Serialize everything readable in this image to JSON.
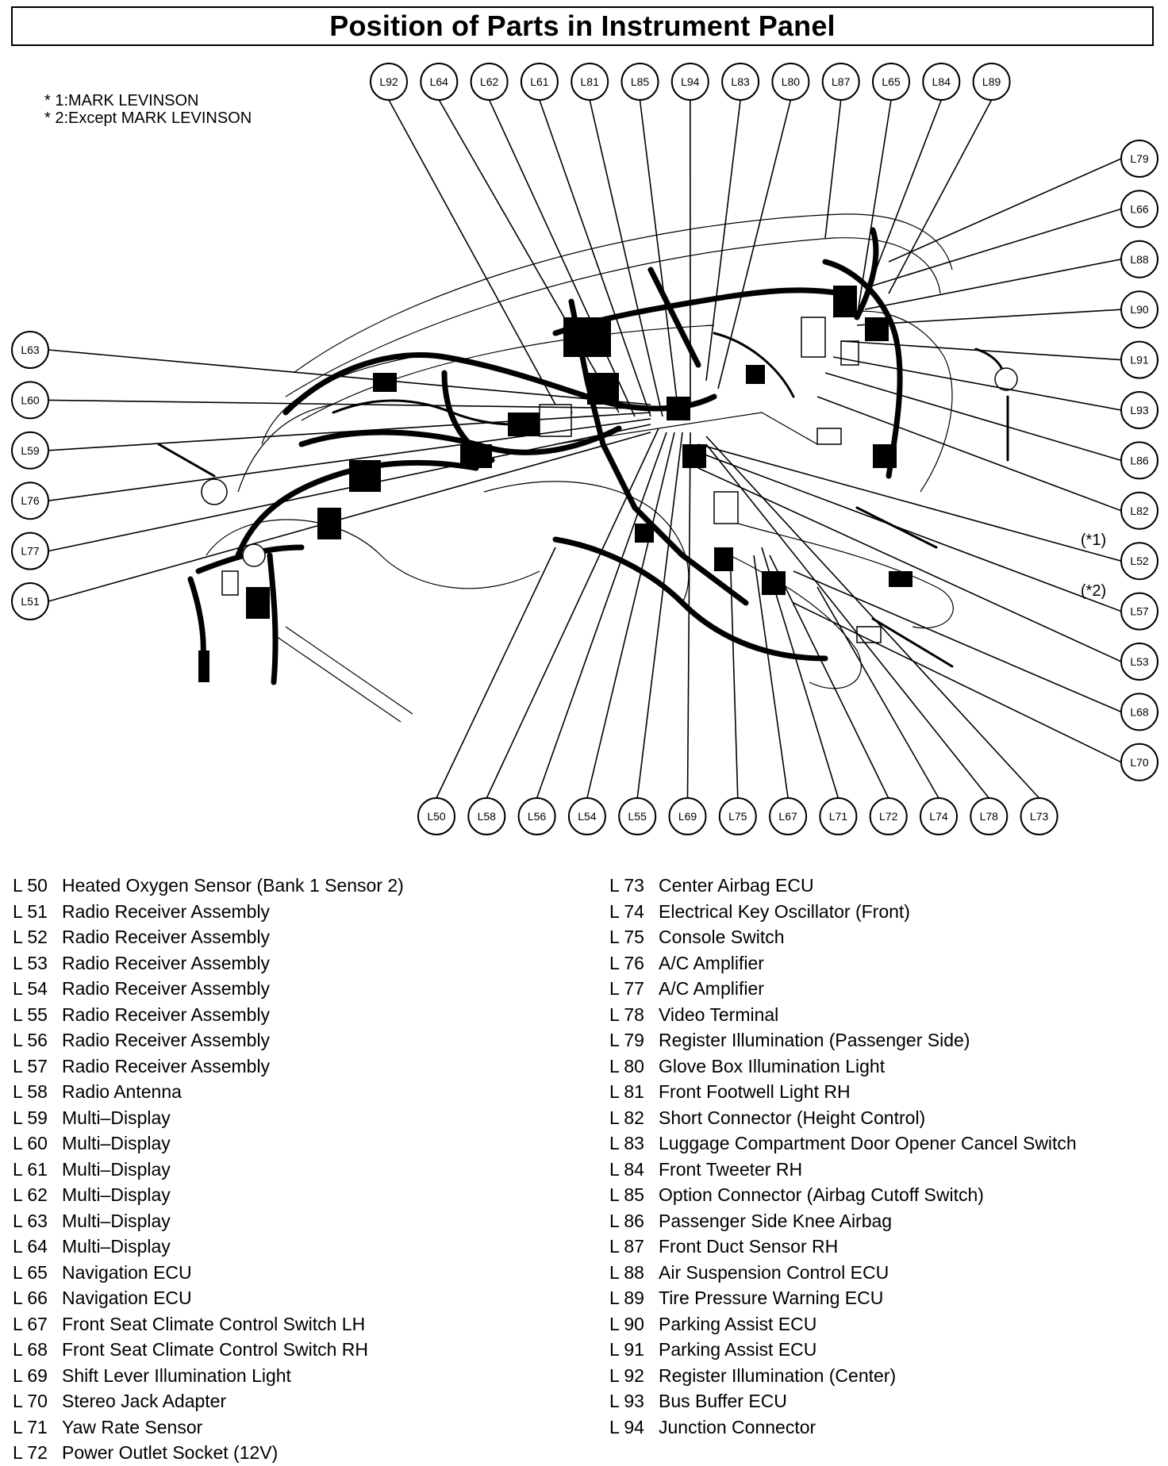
{
  "title": "Position of Parts in Instrument Panel",
  "notes": [
    "* 1:MARK LEVINSON",
    "* 2:Except MARK LEVINSON"
  ],
  "diagram": {
    "top_callouts": [
      "L92",
      "L64",
      "L62",
      "L61",
      "L81",
      "L85",
      "L94",
      "L83",
      "L80",
      "L87",
      "L65",
      "L84",
      "L89"
    ],
    "right_callouts": [
      "L79",
      "L66",
      "L88",
      "L90",
      "L91",
      "L93",
      "L86",
      "L82",
      "L52",
      "L57",
      "L53",
      "L68",
      "L70"
    ],
    "left_callouts": [
      "L63",
      "L60",
      "L59",
      "L76",
      "L77",
      "L51"
    ],
    "bottom_callouts": [
      "L50",
      "L58",
      "L56",
      "L54",
      "L55",
      "L69",
      "L75",
      "L67",
      "L71",
      "L72",
      "L74",
      "L78",
      "L73"
    ],
    "side_notes": [
      "(*1)",
      "(*2)"
    ]
  },
  "legend": {
    "left": [
      {
        "code": "L 50",
        "name": "Heated Oxygen Sensor (Bank 1 Sensor 2)"
      },
      {
        "code": "L 51",
        "name": "Radio Receiver Assembly"
      },
      {
        "code": "L 52",
        "name": "Radio Receiver Assembly"
      },
      {
        "code": "L 53",
        "name": "Radio Receiver Assembly"
      },
      {
        "code": "L 54",
        "name": "Radio Receiver Assembly"
      },
      {
        "code": "L 55",
        "name": "Radio Receiver Assembly"
      },
      {
        "code": "L 56",
        "name": "Radio Receiver Assembly"
      },
      {
        "code": "L 57",
        "name": "Radio Receiver Assembly"
      },
      {
        "code": "L 58",
        "name": "Radio Antenna"
      },
      {
        "code": "L 59",
        "name": "Multi–Display"
      },
      {
        "code": "L 60",
        "name": "Multi–Display"
      },
      {
        "code": "L 61",
        "name": "Multi–Display"
      },
      {
        "code": "L 62",
        "name": "Multi–Display"
      },
      {
        "code": "L 63",
        "name": "Multi–Display"
      },
      {
        "code": "L 64",
        "name": "Multi–Display"
      },
      {
        "code": "L 65",
        "name": "Navigation ECU"
      },
      {
        "code": "L 66",
        "name": "Navigation ECU"
      },
      {
        "code": "L 67",
        "name": "Front Seat Climate Control Switch LH"
      },
      {
        "code": "L 68",
        "name": "Front Seat Climate Control Switch RH"
      },
      {
        "code": "L 69",
        "name": "Shift Lever Illumination Light"
      },
      {
        "code": "L 70",
        "name": "Stereo Jack Adapter"
      },
      {
        "code": "L 71",
        "name": "Yaw Rate Sensor"
      },
      {
        "code": "L 72",
        "name": "Power Outlet Socket (12V)"
      }
    ],
    "right": [
      {
        "code": "L 73",
        "name": "Center Airbag ECU"
      },
      {
        "code": "L 74",
        "name": "Electrical Key Oscillator (Front)"
      },
      {
        "code": "L 75",
        "name": "Console Switch"
      },
      {
        "code": "L 76",
        "name": "A/C Amplifier"
      },
      {
        "code": "L 77",
        "name": "A/C Amplifier"
      },
      {
        "code": "L 78",
        "name": "Video Terminal"
      },
      {
        "code": "L 79",
        "name": "Register Illumination (Passenger Side)"
      },
      {
        "code": "L 80",
        "name": "Glove Box Illumination Light"
      },
      {
        "code": "L 81",
        "name": "Front Footwell Light RH"
      },
      {
        "code": "L 82",
        "name": "Short Connector (Height Control)"
      },
      {
        "code": "L 83",
        "name": "Luggage Compartment Door Opener Cancel Switch"
      },
      {
        "code": "L 84",
        "name": "Front Tweeter RH"
      },
      {
        "code": "L 85",
        "name": "Option Connector (Airbag Cutoff Switch)"
      },
      {
        "code": "L 86",
        "name": "Passenger Side Knee Airbag"
      },
      {
        "code": "L 87",
        "name": "Front Duct Sensor RH"
      },
      {
        "code": "L 88",
        "name": "Air Suspension Control ECU"
      },
      {
        "code": "L 89",
        "name": "Tire Pressure Warning ECU"
      },
      {
        "code": "L 90",
        "name": "Parking Assist ECU"
      },
      {
        "code": "L 91",
        "name": "Parking Assist ECU"
      },
      {
        "code": "L 92",
        "name": "Register Illumination (Center)"
      },
      {
        "code": "L 93",
        "name": "Bus Buffer ECU"
      },
      {
        "code": "L 94",
        "name": "Junction Connector"
      }
    ]
  }
}
